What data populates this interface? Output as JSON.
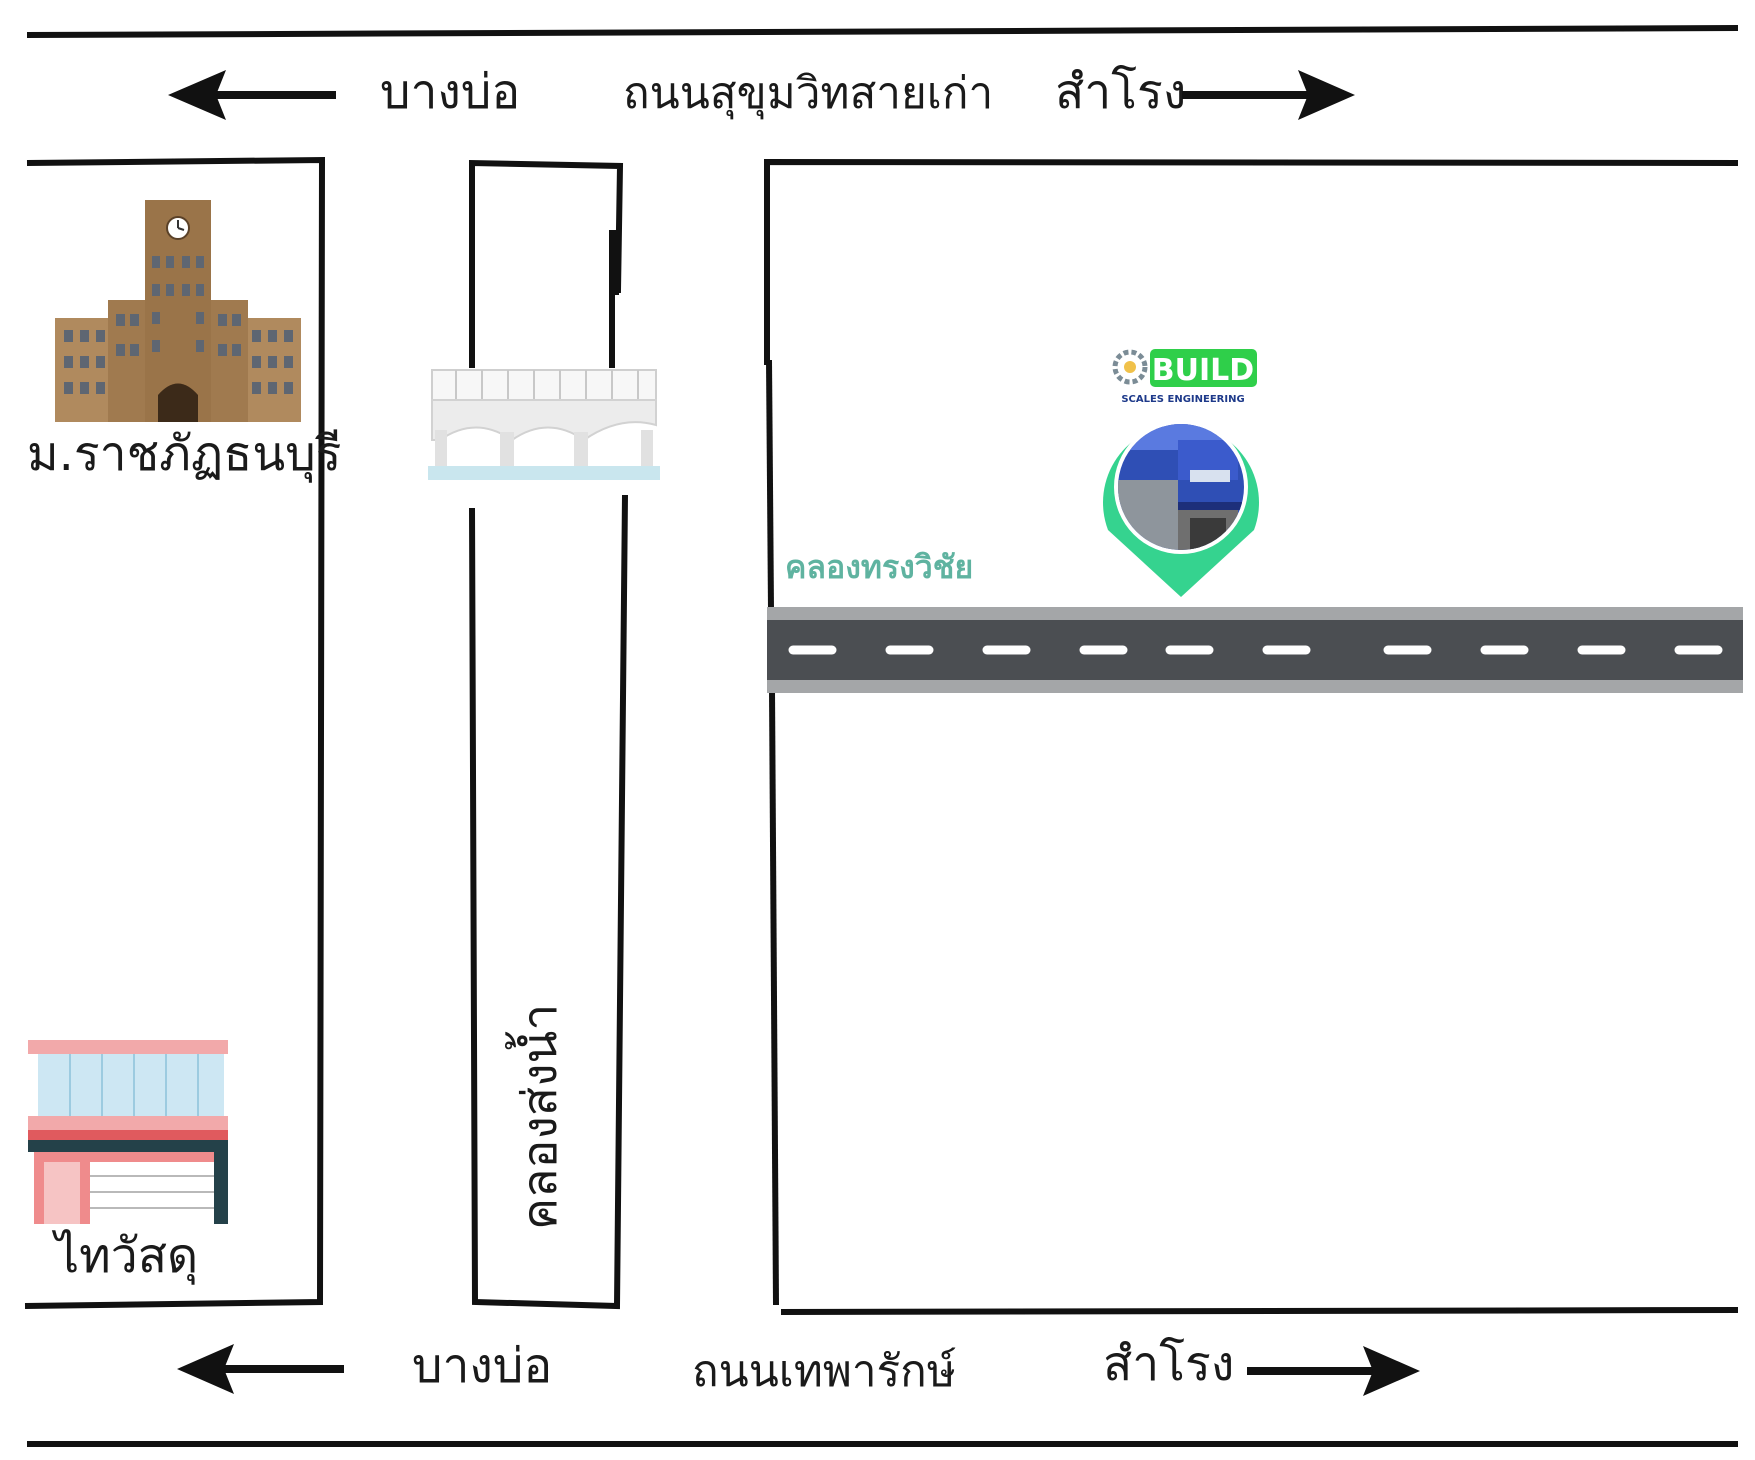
{
  "top_road": {
    "name": "ถนนสุขุมวิทสายเก่า",
    "left_direction": "บางบ่อ",
    "right_direction": "สำโรง"
  },
  "bottom_road": {
    "name": "ถนนเทพารักษ์",
    "left_direction": "บางบ่อ",
    "right_direction": "สำโรง"
  },
  "landmarks": {
    "university": "ม.ราชภัฏธนบุรี",
    "store": "ไทวัสดุ"
  },
  "canal": {
    "name": "คลองส่งน้ำ"
  },
  "side_road": {
    "name": "คลองทรงวิชัย"
  },
  "destination": {
    "logo_word": "BUILD",
    "logo_tagline": "SCALES ENGINEERING"
  },
  "colors": {
    "line": "#111111",
    "road_asphalt": "#4b4e52",
    "road_edge": "#a4a6a8",
    "pin_green": "#35d38f",
    "logo_green": "#2fcf4a",
    "side_road_label": "#5fb3a0"
  }
}
